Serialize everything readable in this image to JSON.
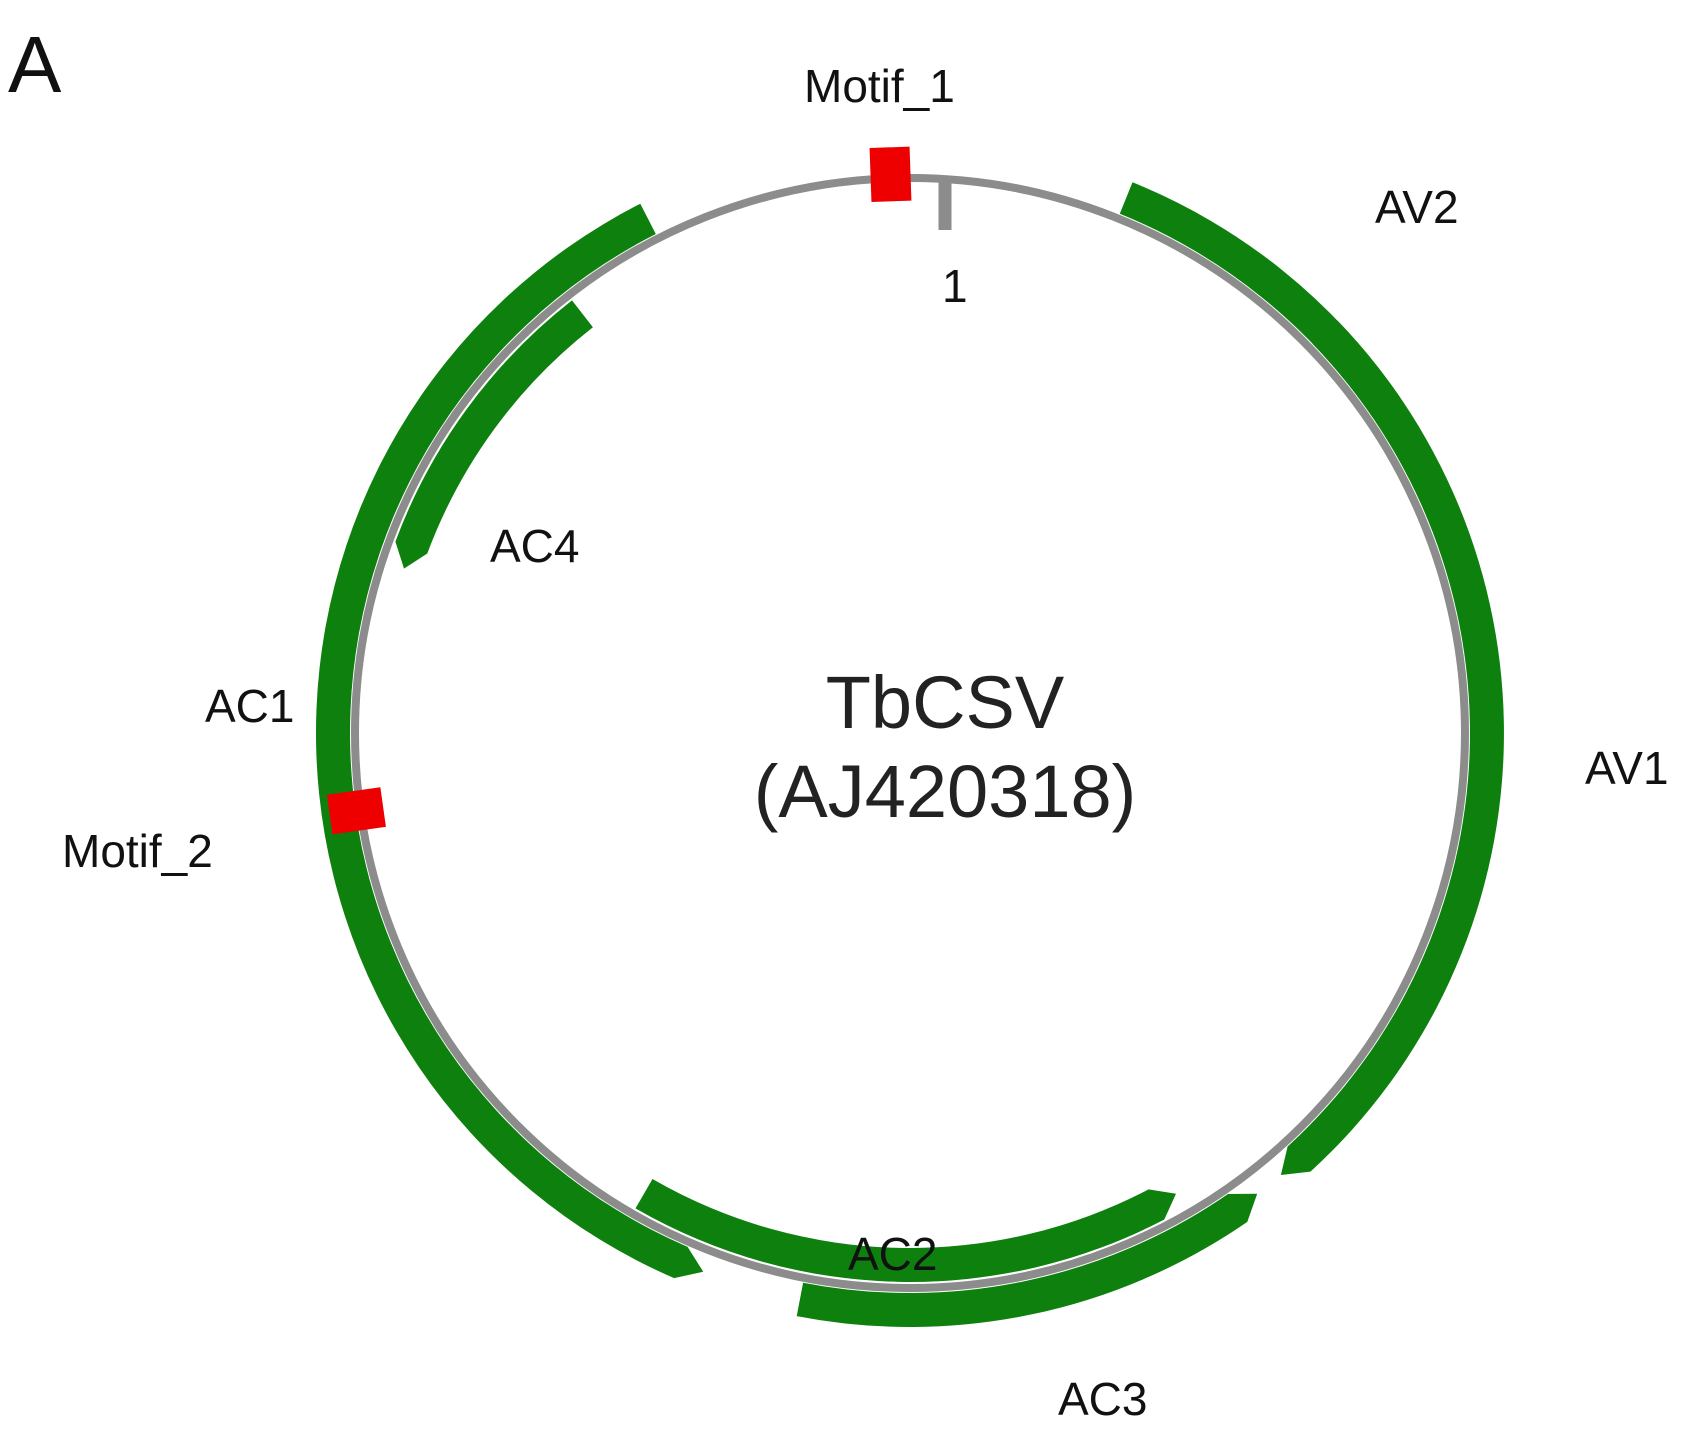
{
  "panel_label": "A",
  "genome": {
    "name": "TbCSV",
    "accession": "(AJ420318)",
    "origin_label": "1"
  },
  "colors": {
    "backbone": "#8c8c8c",
    "gene": "#0d800d",
    "motif": "#ee0000",
    "text": "#111111"
  },
  "genes": [
    {
      "id": "AV2",
      "label": "AV2",
      "strand": "forward",
      "start_deg": 22,
      "end_deg": 58,
      "track": "outer"
    },
    {
      "id": "AV1",
      "label": "AV1",
      "strand": "forward",
      "start_deg": 46,
      "end_deg": 140,
      "track": "outer"
    },
    {
      "id": "AC3",
      "label": "AC3",
      "strand": "reverse",
      "start_deg": 143,
      "end_deg": 191,
      "track": "outer"
    },
    {
      "id": "AC2",
      "label": "AC2",
      "strand": "reverse",
      "start_deg": 150,
      "end_deg": 210,
      "track": "inner"
    },
    {
      "id": "AC1",
      "label": "AC1",
      "strand": "reverse",
      "start_deg": 201,
      "end_deg": 333,
      "track": "outer"
    },
    {
      "id": "AC4",
      "label": "AC4",
      "strand": "reverse",
      "start_deg": 288,
      "end_deg": 322,
      "track": "inner"
    }
  ],
  "motifs": [
    {
      "id": "Motif_1",
      "label": "Motif_1",
      "position_deg": 358
    },
    {
      "id": "Motif_2",
      "label": "Motif_2",
      "position_deg": 262
    }
  ]
}
